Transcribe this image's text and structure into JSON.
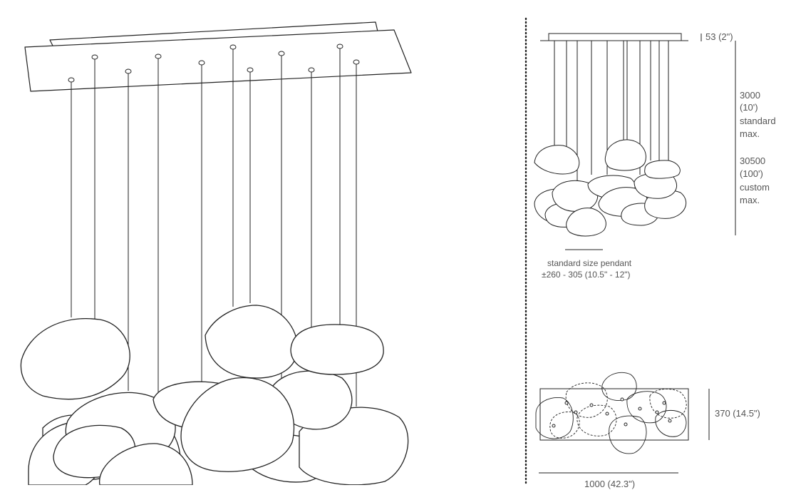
{
  "colors": {
    "line": "#222222",
    "text": "#555555",
    "background": "#ffffff"
  },
  "dimensions": {
    "canopy_height": "53 (2\")",
    "length_standard_value": "3000",
    "length_standard_imperial": "(10')",
    "length_standard_label1": "standard",
    "length_standard_label2": "max.",
    "length_custom_value": "30500",
    "length_custom_imperial": "(100')",
    "length_custom_label1": "custom",
    "length_custom_label2": "max.",
    "pendant_size_label": "standard size pendant",
    "pendant_size_value": "±260 - 305 (10.5\" - 12\")",
    "plan_depth": "370 (14.5\")",
    "plan_width": "1000 (42.3\")"
  }
}
